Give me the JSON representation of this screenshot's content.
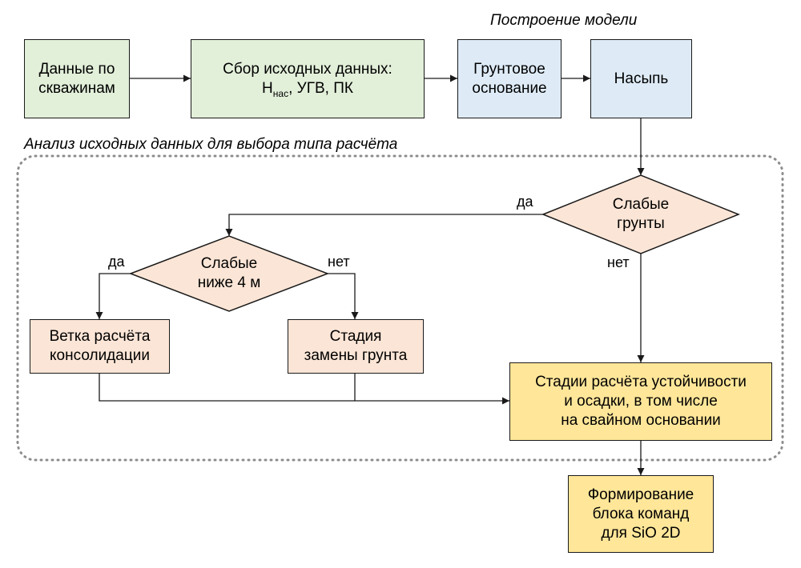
{
  "captions": {
    "model": "Построение модели",
    "analysis": "Анализ исходных данных для выбора типа расчёта"
  },
  "nodes": {
    "wells": [
      "Данные по",
      "скважинам"
    ],
    "collect": {
      "line1": "Сбор исходных данных:",
      "h_main": "H",
      "h_sub": "нас",
      "rest": ", УГВ, ПК"
    },
    "foundation": [
      "Грунтовое",
      "основание"
    ],
    "embankment": "Насыпь",
    "weak_soils": [
      "Слабые",
      "грунты"
    ],
    "weak_below_4m": [
      "Слабые",
      "ниже 4 м"
    ],
    "consolidation": [
      "Ветка расчёта",
      "консолидации"
    ],
    "replacement": [
      "Стадия",
      "замены грунта"
    ],
    "stability": [
      "Стадии расчёта устойчивости",
      "и осадки, в том числе",
      "на свайном основании"
    ],
    "commands": [
      "Формирование",
      "блока команд",
      "для SiO 2D"
    ]
  },
  "edge_labels": {
    "weak_yes": "да",
    "weak_no": "нет",
    "below4_yes": "да",
    "below4_no": "нет"
  },
  "colors": {
    "input": "#e2efd9",
    "model": "#deebf7",
    "decision": "#fbe5d6",
    "result": "#ffe699",
    "line": "#1a1a1a",
    "group_border": "#8c8c8c"
  }
}
